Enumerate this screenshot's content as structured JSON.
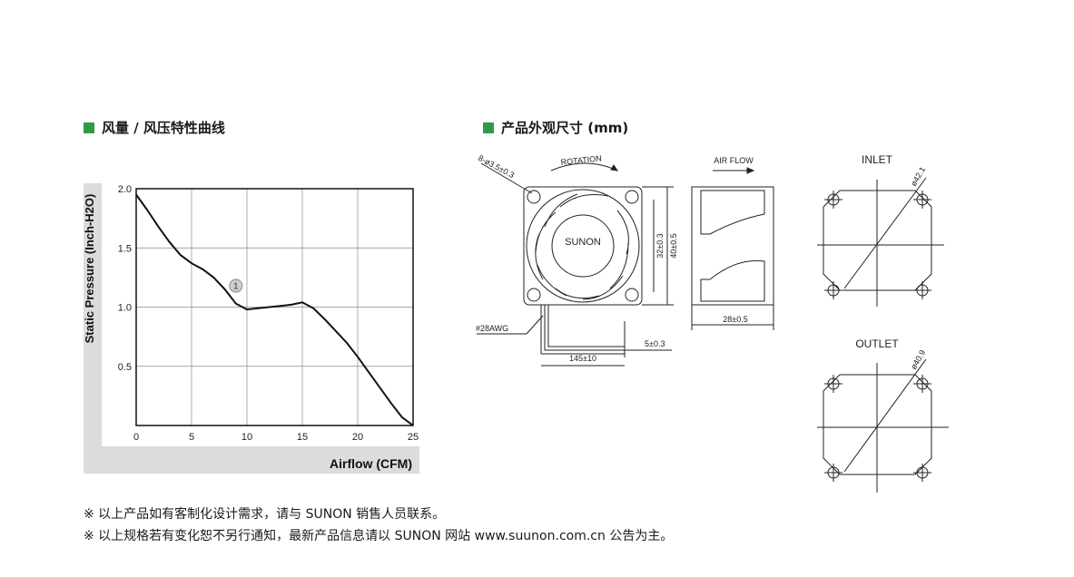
{
  "sections": {
    "chart_heading": "风量 / 风压特性曲线",
    "drawing_heading": "产品外观尺寸 (mm)"
  },
  "chart_data": {
    "type": "line",
    "xlabel": "Airflow (CFM)",
    "ylabel": "Static Pressure (Inch-H2O)",
    "xlim": [
      0,
      25
    ],
    "ylim": [
      0,
      2.0
    ],
    "x_ticks": [
      "0",
      "5",
      "10",
      "15",
      "20",
      "25"
    ],
    "y_ticks": [
      "0.5",
      "1.0",
      "1.5",
      "2.0"
    ],
    "grid": true,
    "series": [
      {
        "marker_label": "1",
        "x": [
          0,
          1,
          2,
          3,
          4,
          5,
          6,
          7,
          8,
          9,
          10,
          11,
          12,
          13,
          14,
          15,
          16,
          17,
          18,
          19,
          20,
          21,
          22,
          23,
          24,
          25
        ],
        "y": [
          1.95,
          1.82,
          1.68,
          1.55,
          1.44,
          1.37,
          1.32,
          1.25,
          1.15,
          1.03,
          0.98,
          0.99,
          1.0,
          1.01,
          1.02,
          1.04,
          0.99,
          0.9,
          0.8,
          0.7,
          0.58,
          0.45,
          0.32,
          0.19,
          0.07,
          0.0
        ]
      }
    ],
    "marker": {
      "x": 9,
      "y": 1.18,
      "label": "1"
    }
  },
  "drawing": {
    "hole_spec": "8-ø3.5±0.3",
    "rotation_label": "ROTATION",
    "brand": "SUNON",
    "airflow_label": "AIR FLOW",
    "dim_32": "32±0.3",
    "dim_40": "40±0.5",
    "dim_28": "28±0.5",
    "wire_label": "#28AWG",
    "dim_145": "145±10",
    "dim_5": "5±0.3",
    "inlet_label": "INLET",
    "inlet_dia": "ø42.1",
    "outlet_label": "OUTLET",
    "outlet_dia": "ø40.9"
  },
  "notes": [
    "※ 以上产品如有客制化设计需求，请与 SUNON 销售人员联系。",
    "※ 以上规格若有变化恕不另行通知，最新产品信息请以 SUNON 网站 www.suunon.com.cn 公告为主。"
  ],
  "colors": {
    "accent": "#2e9a47",
    "chart_frame_bg": "#dcdcdc",
    "grid": "#888888",
    "curve": "#111111"
  }
}
